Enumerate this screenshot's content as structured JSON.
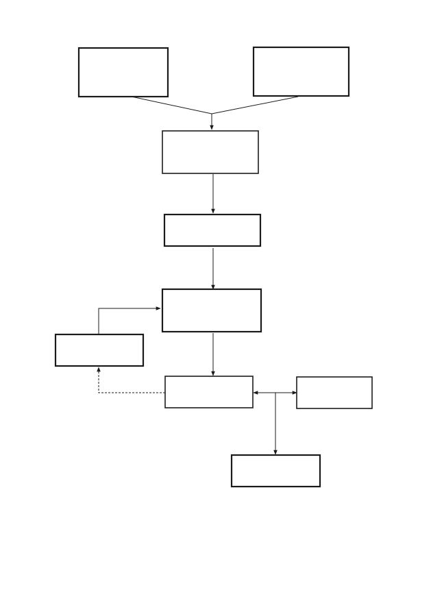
{
  "diagram": {
    "nodes": [
      {
        "id": "input-a",
        "label": ""
      },
      {
        "id": "input-b",
        "label": ""
      },
      {
        "id": "step-1",
        "label": ""
      },
      {
        "id": "step-2",
        "label": ""
      },
      {
        "id": "step-3",
        "label": ""
      },
      {
        "id": "side-left",
        "label": ""
      },
      {
        "id": "step-4",
        "label": ""
      },
      {
        "id": "side-right",
        "label": ""
      },
      {
        "id": "output-bottom",
        "label": ""
      }
    ],
    "edges": [
      {
        "from": "input-a",
        "to": "step-1",
        "style": "solid"
      },
      {
        "from": "input-b",
        "to": "step-1",
        "style": "solid"
      },
      {
        "from": "step-1",
        "to": "step-2",
        "style": "solid"
      },
      {
        "from": "step-2",
        "to": "step-3",
        "style": "solid"
      },
      {
        "from": "side-left",
        "to": "step-3",
        "style": "solid"
      },
      {
        "from": "step-3",
        "to": "step-4",
        "style": "solid"
      },
      {
        "from": "step-4",
        "to": "side-left",
        "style": "dashed"
      },
      {
        "from": "side-right",
        "to": "step-4",
        "style": "solid"
      },
      {
        "from": "step-4",
        "to": "side-right",
        "style": "solid"
      },
      {
        "from": "step-4",
        "to": "output-bottom",
        "style": "solid"
      }
    ],
    "colors": {
      "stroke": "#1a1a1a",
      "background": "#ffffff"
    }
  }
}
